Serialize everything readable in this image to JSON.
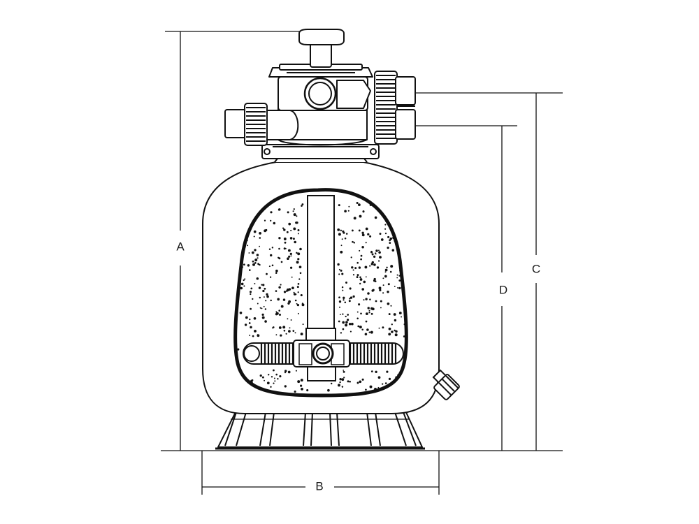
{
  "diagram": {
    "dimension_labels": {
      "a": "A",
      "b": "B",
      "c": "C",
      "d": "D"
    },
    "colors": {
      "line": "#111111",
      "fill": "#ffffff",
      "media_dots": "#111111"
    },
    "components": [
      "multiport-valve-handle",
      "multiport-valve-body",
      "valve-port-union-left",
      "valve-port-union-right",
      "tank-body",
      "sand-media-window",
      "standpipe",
      "lateral-collector",
      "drain-plug",
      "tank-base"
    ]
  }
}
